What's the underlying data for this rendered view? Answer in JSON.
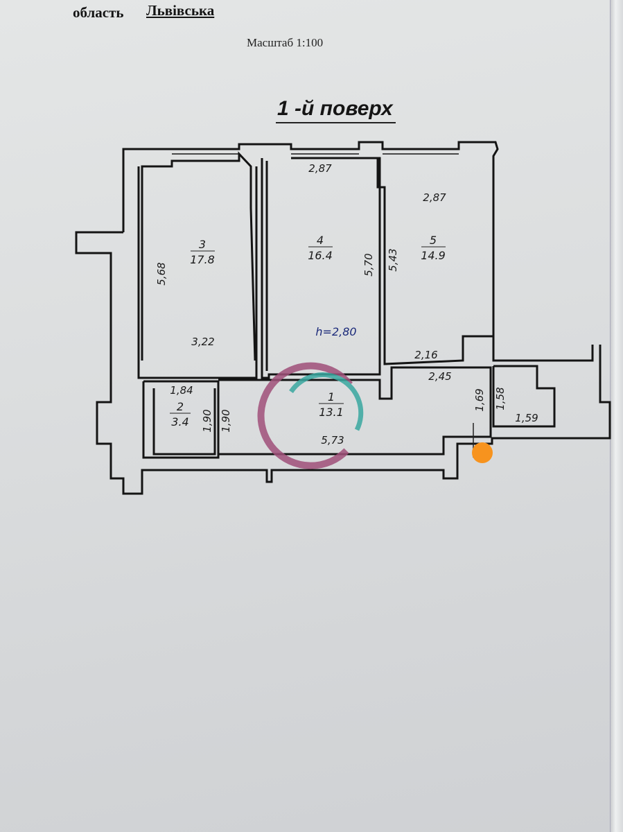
{
  "header": {
    "region_label": "область",
    "region_value": "Львівська",
    "scale": "Масштаб 1:100"
  },
  "plan": {
    "title": "1 -й поверх",
    "ceiling_height": "h=2,80",
    "rooms": [
      {
        "number": "1",
        "area": "13.1"
      },
      {
        "number": "2",
        "area": "3.4"
      },
      {
        "number": "3",
        "area": "17.8"
      },
      {
        "number": "4",
        "area": "16.4"
      },
      {
        "number": "5",
        "area": "14.9"
      }
    ],
    "dimensions": {
      "r3_height": "5,68",
      "r3_width": "3,22",
      "r4_width": "2,87",
      "r4_height": "5,70",
      "r5_width": "2,87",
      "r5_height": "5,43",
      "r5_bottom": "2,16",
      "r2_width": "1,84",
      "r2_height_a": "1,90",
      "r2_height_b": "1,90",
      "r1_length": "5,73",
      "hall_width": "2,45",
      "hall_height": "1,69",
      "bath_height": "1,58",
      "bath_width": "1,59"
    },
    "marker_color": "#f7931e"
  }
}
